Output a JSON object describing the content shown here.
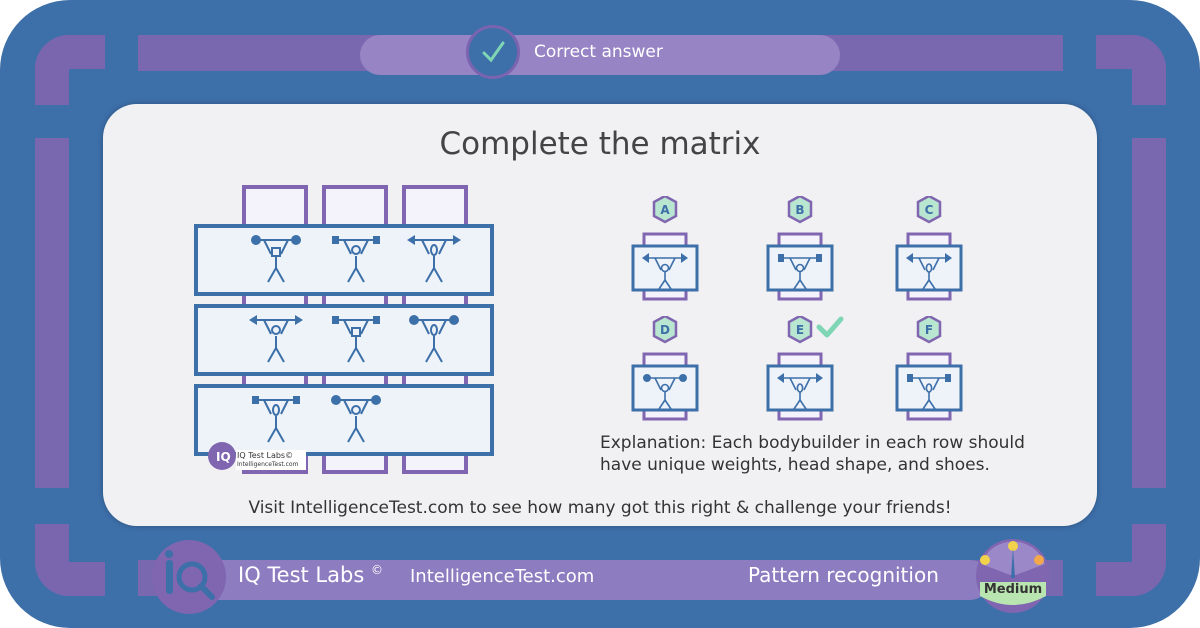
{
  "banner": {
    "status": "Correct answer"
  },
  "question": {
    "title": "Complete the matrix"
  },
  "options": [
    {
      "letter": "A"
    },
    {
      "letter": "B"
    },
    {
      "letter": "C"
    },
    {
      "letter": "D"
    },
    {
      "letter": "E",
      "correct": true
    },
    {
      "letter": "F"
    }
  ],
  "matrix_watermark": {
    "line1": "IQ Test Labs©",
    "line2": "IntelligenceTest.com"
  },
  "explanation": "Explanation: Each bodybuilder in each row should have unique weights, head shape, and shoes.",
  "visit_text": "Visit IntelligenceTest.com to see how many got this right & challenge your friends!",
  "footer": {
    "brand": "IQ Test Labs",
    "copyright": "©",
    "site": "IntelligenceTest.com",
    "category": "Pattern recognition",
    "difficulty": "Medium"
  },
  "colors": {
    "frame": "#3d6fa9",
    "accent_purple": "#8066b0",
    "figure_blue": "#3d6fa9",
    "check_green": "#7fd6b4"
  }
}
